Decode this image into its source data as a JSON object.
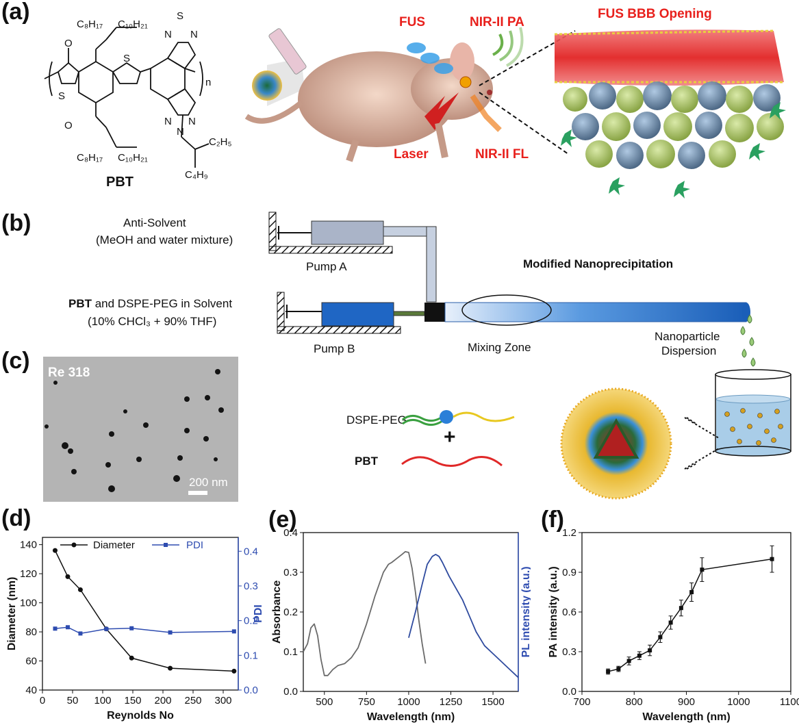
{
  "panels": {
    "a": {
      "label": "(a)",
      "molecule": {
        "name": "PBT",
        "chain_top": "C₈H₁₇",
        "chain_top_r": "C₁₀H₂₁",
        "chain_bot": "C₈H₁₇",
        "chain_bot_r": "C₁₀H₂₁",
        "ethyl": "C₂H₅",
        "butyl": "C₄H₉",
        "atom_o": "O",
        "atom_s": "S",
        "atom_n": "N",
        "repeat": "n"
      },
      "labels": {
        "fus": "FUS",
        "nir_pa": "NIR-II PA",
        "laser": "Laser",
        "nir_fl": "NIR-II FL",
        "bbb": "FUS BBB Opening"
      }
    },
    "b": {
      "label": "(b)",
      "anti_solvent_line1": "Anti-Solvent",
      "anti_solvent_line2": "(MeOH and water mixture)",
      "pump_a": "Pump A",
      "pump_b": "Pump B",
      "solvent_line1_bold": "PBT",
      "solvent_line1_rest": " and DSPE-PEG in Solvent",
      "solvent_line2": "(10% CHCl₃ + 90% THF)",
      "method": "Modified Nanoprecipitation",
      "mixing_zone": "Mixing Zone",
      "dispersion_line1": "Nanoparticle",
      "dispersion_line2": "Dispersion",
      "dspe_peg": "DSPE-PEG",
      "plus": "+",
      "pbt": "PBT"
    },
    "c": {
      "label": "(c)",
      "re": "Re 318",
      "scale": "200 nm"
    },
    "d": {
      "label": "(d)"
    },
    "e": {
      "label": "(e)"
    },
    "f": {
      "label": "(f)"
    }
  },
  "colors": {
    "label_red": "#e8201c",
    "pdi_blue": "#2e4cb0",
    "syringe_a": "#aab4c8",
    "syringe_b": "#1f66c4",
    "tube": "#3a7fd0"
  },
  "chart_data": [
    {
      "type": "line",
      "title": "",
      "xlabel": "Reynolds No",
      "ylabel": "Diameter (nm)",
      "ylabel_right": "PDI",
      "xlim": [
        0,
        325
      ],
      "ylim": [
        40,
        145
      ],
      "ylim_right": [
        0,
        0.44
      ],
      "xticks": [
        "0",
        "50",
        "100",
        "150",
        "200",
        "250",
        "300"
      ],
      "yticks": [
        "40",
        "60",
        "80",
        "100",
        "120",
        "140"
      ],
      "yticks_right": [
        "0.0",
        "0.1",
        "0.2",
        "0.3",
        "0.4"
      ],
      "legend_position": "top",
      "series": [
        {
          "name": "Diameter",
          "axis": "left",
          "color": "#111111",
          "x": [
            21,
            42,
            63,
            106,
            148,
            212,
            318
          ],
          "y": [
            136,
            118,
            109,
            82,
            62,
            55,
            53
          ]
        },
        {
          "name": "PDI",
          "axis": "right",
          "color": "#2e4cb0",
          "x": [
            21,
            42,
            63,
            106,
            148,
            212,
            318
          ],
          "y": [
            0.177,
            0.181,
            0.163,
            0.176,
            0.178,
            0.166,
            0.169
          ]
        }
      ]
    },
    {
      "type": "line",
      "title": "",
      "xlabel": "Wavelength (nm)",
      "ylabel": "Absorbance",
      "ylabel_right": "PL intensity (a.u.)",
      "xlim": [
        375,
        1650
      ],
      "ylim": [
        0,
        0.4
      ],
      "xticks": [
        "500",
        "750",
        "1000",
        "1250",
        "1500"
      ],
      "yticks": [
        "0.0",
        "0.1",
        "0.2",
        "0.3",
        "0.4"
      ],
      "series": [
        {
          "axis": "left",
          "color": "#6a6a6a",
          "x": [
            375,
            400,
            420,
            440,
            460,
            480,
            500,
            520,
            550,
            580,
            620,
            660,
            700,
            750,
            800,
            850,
            880,
            900,
            930,
            960,
            980,
            1000,
            1020,
            1040,
            1060,
            1080,
            1100
          ],
          "y": [
            0.1,
            0.12,
            0.16,
            0.17,
            0.14,
            0.08,
            0.04,
            0.04,
            0.055,
            0.065,
            0.07,
            0.085,
            0.11,
            0.17,
            0.24,
            0.3,
            0.32,
            0.325,
            0.335,
            0.345,
            0.352,
            0.35,
            0.31,
            0.25,
            0.18,
            0.12,
            0.07
          ]
        },
        {
          "axis": "right",
          "color": "#2e4a9e",
          "x": [
            1000,
            1040,
            1080,
            1110,
            1140,
            1160,
            1180,
            1200,
            1240,
            1280,
            1320,
            1360,
            1400,
            1450,
            1500,
            1550,
            1600,
            1650
          ],
          "y": [
            0.135,
            0.2,
            0.27,
            0.32,
            0.34,
            0.345,
            0.34,
            0.325,
            0.29,
            0.26,
            0.23,
            0.19,
            0.15,
            0.115,
            0.095,
            0.075,
            0.055,
            0.035
          ]
        }
      ]
    },
    {
      "type": "line",
      "title": "",
      "xlabel": "Wavelength (nm)",
      "ylabel": "PA intensity (a.u.)",
      "xlim": [
        700,
        1100
      ],
      "ylim": [
        0,
        1.2
      ],
      "xticks": [
        "700",
        "800",
        "900",
        "1000",
        "1100"
      ],
      "yticks": [
        "0.0",
        "0.3",
        "0.6",
        "0.9",
        "1.2"
      ],
      "series": [
        {
          "color": "#111111",
          "x": [
            750,
            770,
            790,
            810,
            830,
            850,
            870,
            890,
            910,
            930,
            1064
          ],
          "y": [
            0.15,
            0.17,
            0.23,
            0.27,
            0.31,
            0.41,
            0.52,
            0.63,
            0.75,
            0.92,
            1.0
          ],
          "err": [
            0.02,
            0.02,
            0.03,
            0.03,
            0.04,
            0.04,
            0.05,
            0.06,
            0.07,
            0.09,
            0.1
          ]
        }
      ]
    }
  ]
}
